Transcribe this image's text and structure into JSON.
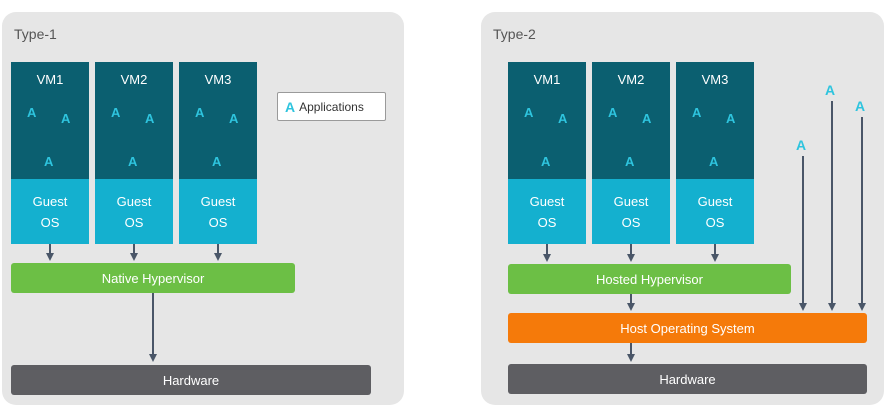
{
  "type1": {
    "title": "Type-1",
    "vms": [
      {
        "name": "VM1",
        "apps": [
          "A",
          "A",
          "A"
        ],
        "os_line1": "Guest",
        "os_line2": "OS"
      },
      {
        "name": "VM2",
        "apps": [
          "A",
          "A",
          "A"
        ],
        "os_line1": "Guest",
        "os_line2": "OS"
      },
      {
        "name": "VM3",
        "apps": [
          "A",
          "A",
          "A"
        ],
        "os_line1": "Guest",
        "os_line2": "OS"
      }
    ],
    "hypervisor": "Native Hypervisor",
    "hardware": "Hardware"
  },
  "legend": {
    "icon": "A",
    "label": "Applications"
  },
  "type2": {
    "title": "Type-2",
    "vms": [
      {
        "name": "VM1",
        "apps": [
          "A",
          "A",
          "A"
        ],
        "os_line1": "Guest",
        "os_line2": "OS"
      },
      {
        "name": "VM2",
        "apps": [
          "A",
          "A",
          "A"
        ],
        "os_line1": "Guest",
        "os_line2": "OS"
      },
      {
        "name": "VM3",
        "apps": [
          "A",
          "A",
          "A"
        ],
        "os_line1": "Guest",
        "os_line2": "OS"
      }
    ],
    "native_apps": [
      "A",
      "A",
      "A"
    ],
    "hypervisor": "Hosted Hypervisor",
    "host_os": "Host Operating System",
    "hardware": "Hardware"
  },
  "colors": {
    "vm_top": "#0b5f70",
    "guest_os": "#14b0cf",
    "app": "#2ec4de",
    "hypervisor": "#6cbf45",
    "host_os": "#f57a0a",
    "hardware": "#5e5e62",
    "arrow": "#4a5668"
  }
}
